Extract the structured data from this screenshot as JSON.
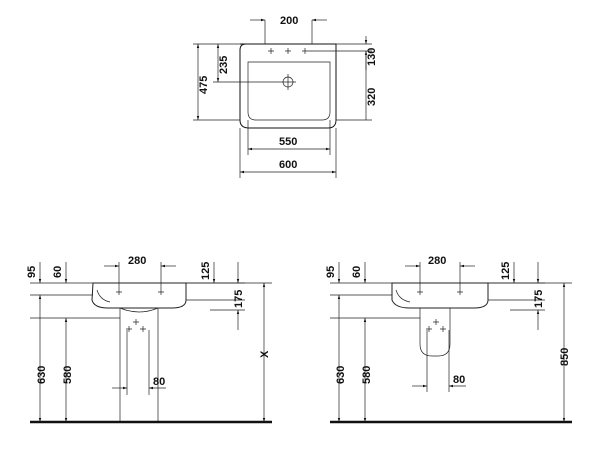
{
  "top_view": {
    "dims": {
      "tap_spacing": "200",
      "depth_total": "475",
      "depth_to_drain": "235",
      "back_to_taps": "130",
      "front_to_taps": "320",
      "inner_width": "550",
      "outer_width": "600"
    }
  },
  "side_view_pedestal": {
    "dims": {
      "d95": "95",
      "d60": "60",
      "d280": "280",
      "d125": "125",
      "d175": "175",
      "d630": "630",
      "d580": "580",
      "d80": "80",
      "dx": "X"
    }
  },
  "side_view_semi_pedestal": {
    "dims": {
      "d95": "95",
      "d60": "60",
      "d280": "280",
      "d125": "125",
      "d175": "175",
      "d630": "630",
      "d580": "580",
      "d80": "80",
      "d850": "850"
    }
  }
}
